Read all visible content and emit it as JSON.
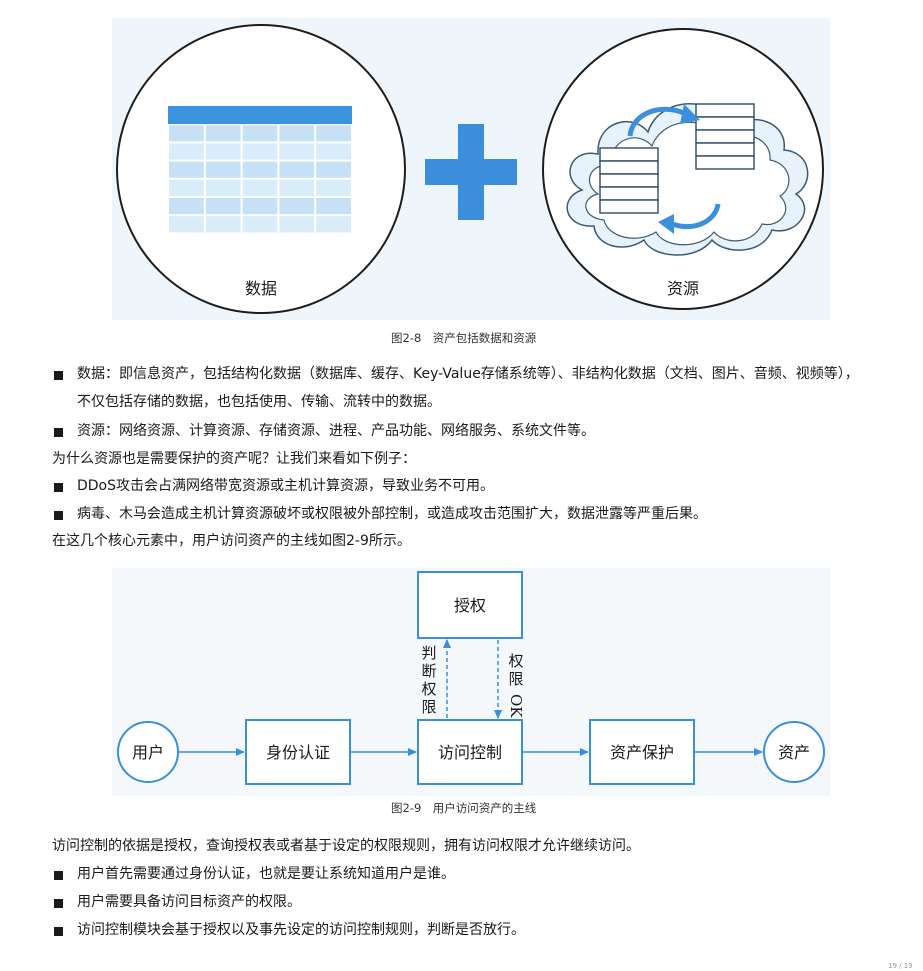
{
  "figure1": {
    "left_label": "数据",
    "right_label": "资源",
    "caption": "图2-8　资产包括数据和资源"
  },
  "bullets_top": [
    {
      "lines": [
        "数据：即信息资产，包括结构化数据（数据库、缓存、Key-Value存储系统等）、非结构化数据（文档、图片、音频、视频等），",
        "不仅包括存储的数据，也包括使用、传输、流转中的数据。"
      ]
    },
    {
      "lines": [
        "资源：网络资源、计算资源、存储资源、进程、产品功能、网络服务、系统文件等。"
      ]
    }
  ],
  "question": "为什么资源也是需要保护的资产呢？让我们来看如下例子：",
  "bullets_mid": [
    "DDoS攻击会占满网络带宽资源或主机计算资源，导致业务不可用。",
    "病毒、木马会造成主机计算资源破坏或权限被外部控制，或造成攻击范围扩大，数据泄露等严重后果。"
  ],
  "intro_fig2": "在这几个核心元素中，用户访问资产的主线如图2-9所示。",
  "figure2": {
    "user": "用户",
    "auth": "身份认证",
    "access": "访问控制",
    "protect": "资产保护",
    "asset": "资产",
    "grant": "授权",
    "judge": [
      "判",
      "断",
      "权",
      "限"
    ],
    "perm_ok": [
      "权",
      "限",
      "OK"
    ],
    "caption": "图2-9　用户访问资产的主线"
  },
  "basis": "访问控制的依据是授权，查询授权表或者基于设定的权限规则，拥有访问权限才允许继续访问。",
  "bullets_bottom": [
    "用户首先需要通过身份认证，也就是要让系统知道用户是谁。",
    "用户需要具备访问目标资产的权限。",
    "访问控制模块会基于授权以及事先设定的访问控制规则，判断是否放行。"
  ],
  "page_number": "19 / 19",
  "colors": {
    "accent": "#3d8fde",
    "light": "#bcdcf3",
    "line": "#3a8ede"
  }
}
